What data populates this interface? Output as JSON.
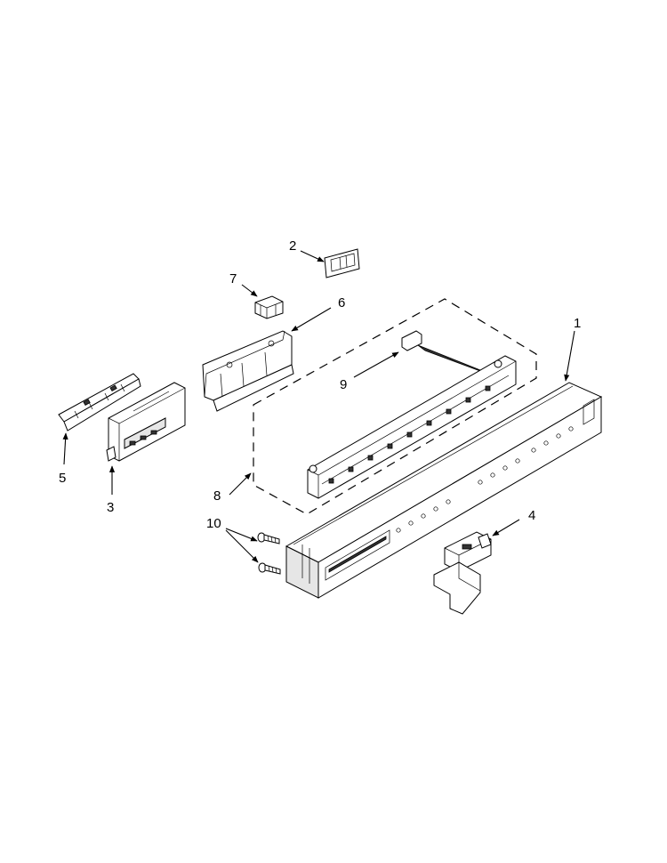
{
  "callouts": {
    "c1": "1",
    "c2": "2",
    "c3": "3",
    "c4": "4",
    "c5": "5",
    "c6": "6",
    "c7": "7",
    "c8": "8",
    "c9": "9",
    "c10": "10"
  },
  "icons": {
    "arrow": "arrow-head-icon",
    "screw": "screw-icon"
  },
  "colors": {
    "line": "#000000",
    "background": "#ffffff",
    "panel_shade": "#e6e6e6"
  }
}
